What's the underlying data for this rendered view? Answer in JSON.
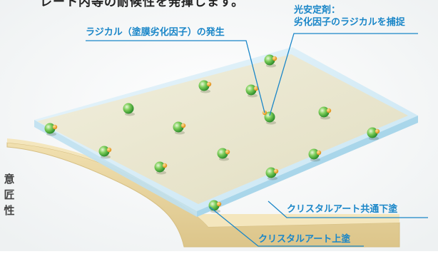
{
  "heading_fragment": "レート内等の耐候性を発揮します。",
  "labels": {
    "radical": "ラジカル（塗膜劣化因子）の発生",
    "stabilizer_line1": "光安定剤：",
    "stabilizer_line2": "劣化因子のラジカルを捕捉",
    "undercoat": "クリスタルアート共通下塗",
    "topcoat": "クリスタルアート上塗"
  },
  "side_text": [
    "意",
    "匠",
    "性"
  ],
  "colors": {
    "leader": "#1a86c8",
    "clear_layer": "#cfe8f4",
    "film": "#efe8cf",
    "substrate": "#ead7a4",
    "sphere": "#5cbf4a",
    "radical_dot": "#f0a020"
  }
}
